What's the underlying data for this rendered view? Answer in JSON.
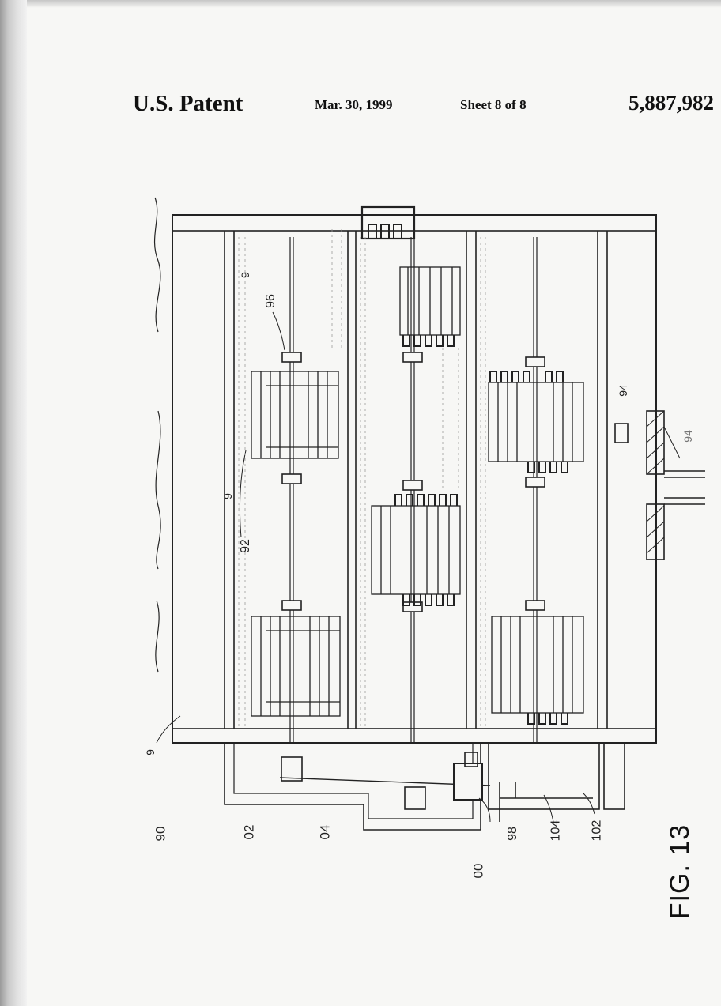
{
  "header": {
    "title": "U.S. Patent",
    "date": "Mar. 30, 1999",
    "sheet": "Sheet 8 of 8",
    "patent_number": "5,887,982"
  },
  "figure": {
    "caption": "FIG. 13",
    "reference_numerals": {
      "r90": "90",
      "r02": "02",
      "r04": "04",
      "r00": "00",
      "r98": "98",
      "r104": "104",
      "r102": "102",
      "r96": "96",
      "r92": "92",
      "r94a": "94",
      "r94b": "94",
      "r9a": "9",
      "r9b": "9",
      "r9c": "9"
    }
  }
}
